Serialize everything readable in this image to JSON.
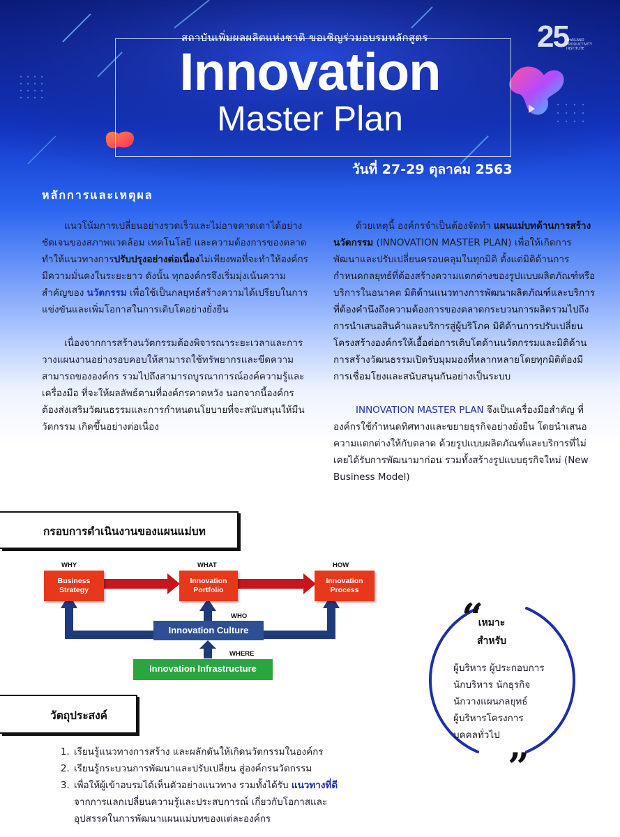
{
  "banner": {
    "subtitle": "สถาบันเพิ่มผลผลิตแห่งชาติ ขอเชิญร่วมอบรมหลักสูตร",
    "title_line1": "Innovation",
    "title_line2": "Master Plan",
    "date": "วันที่ 27-29 ตุลาคม 2563",
    "logo_number": "25",
    "logo_text": "THAILAND PRODUCTIVITY INSTITUTE"
  },
  "rationale": {
    "heading": "หลักการและเหตุผล",
    "left_p1_a": "แนวโน้มการเปลี่ยนอย่างรวดเร็วและไม่อาจคาดเดาได้อย่างชัดเจนของสภาพแวดล้อม เทคโนโลยี และความต้องการของตลาด ทำให้แนวทางการ",
    "left_p1_b": "ปรับปรุงอย่างต่อเนื่อง",
    "left_p1_c": "ไม่เพียงพอที่จะทำให้องค์กรมีความมั่นคงในระยะยาว ดังนั้น ทุกองค์กรจึงเริ่มมุ่งเน้นความสำคัญของ ",
    "left_p1_d": "นวัตกรรม",
    "left_p1_e": " เพื่อใช้เป็นกลยุทธ์สร้างความได้เปรียบในการแข่งขันและเพิ่มโอกาสในการเติบโตอย่างยั่งยืน",
    "left_p2": "เนื่องจากการสร้างนวัตกรรมต้องพิจารณาระยะเวลาและการวางแผนงานอย่างรอบคอบให้สามารถใช้ทรัพยากรและขีดความสามารถขององค์กร รวมไปถึงสามารถบูรณาการณ์องค์ความรู้และเครื่องมือ ที่จะให้ผลลัพธ์ตามที่องค์กรคาดหวัง นอกจากนี้องค์กรต้องส่งเสริมวัฒนธรรมและการกำหนดนโยบายที่จะสนับสนุนให้มีนวัตกรรม เกิดขึ้นอย่างต่อเนื่อง",
    "right_p1_a": "ด้วยเหตุนี้ องค์กรจำเป็นต้องจัดทำ ",
    "right_p1_b": "แผนแม่บทด้านการสร้างนวัตกรรม",
    "right_p1_c": " (INNOVATION MASTER PLAN) เพื่อให้เกิดการพัฒนาและปรับเปลี่ยนครอบคลุมในทุกมิติ ตั้งแต่มิติด้านการกำหนดกลยุทธ์ที่ต้องสร้างความแตกต่างของรูปแบบผลิตภัณฑ์หรือบริการในอนาคต ",
    "right_p1_d": "มิติด้านแนวทางการพัฒนาผลิตภัณฑ์และบริการที่ต้องคำนึงถึงความต้องการของตลาดกระบวนการผลิตรวมไปถึงการนำเสนอสินค้าและบริการสู่ผู้บริโภค มิติด้านการปรับเปลี่ยนโครงสร้างองค์กรให้เอื้อต่อการเติบโตด้านนวัตกรรมและมิติด้านการสร้างวัฒนธรรมเปิดรับมุมมองที่หลากหลายโดยทุกมิติต้องมีการเชื่อมโยงและสนับสนุนกันอย่างเป็นระบบ",
    "right_p2_a": "INNOVATION MASTER PLAN",
    "right_p2_b": " จึงเป็นเครื่องมือสำคัญ ที่องค์กรใช้กำหนดทิศทางและขยายธุรกิจอย่างยั่งยืน โดยนำเสนอความแตกต่างให้กับตลาด ด้วยรูปแบบผลิตภัณฑ์และบริการที่ไม่เคยได้รับการพัฒนามาก่อน รวมทั้งสร้างรูปแบบธุรกิจใหม่ (New Business Model)"
  },
  "framework": {
    "heading": "กรอบการดำเนินงานของแผนแม่บท",
    "label_why": "WHY",
    "label_what": "WHAT",
    "label_how": "HOW",
    "label_who": "WHO",
    "label_where": "WHERE",
    "box_strategy": "Business Strategy",
    "box_portfolio": "Innovation Portfolio",
    "box_process": "Innovation Process",
    "box_culture": "Innovation Culture",
    "box_infra": "Innovation Infrastructure",
    "colors": {
      "red": "#e8381b",
      "navy": "#1f3a7a",
      "culture": "#2f4f95",
      "green": "#2aa63f"
    }
  },
  "objectives": {
    "heading": "วัตถุประสงค์",
    "item1": "เรียนรู้แนวทางการสร้าง และผลักดันให้เกิดนวัตกรรมในองค์กร",
    "item2": "เรียนรู้กระบวนการพัฒนาและปรับเปลี่ยน สู่องค์กรนวัตกรรม",
    "item3_a": "เพื่อให้ผู้เข้าอบรมได้เห็นตัวอย่างแนวทาง รวมทั้งได้รับ ",
    "item3_b": "แนวทางที่ดี",
    "item3_c": " จากการแลกเปลี่ยนความรู้และประสบการณ์ เกี่ยวกับโอกาสและอุปสรรคในการพัฒนาแผนแม่บทของแต่ละองค์กร"
  },
  "suitable": {
    "open_quote": "“",
    "close_quote": "”",
    "title_line1": "เหมาะ",
    "title_line2": "สำหรับ",
    "items": [
      "ผู้บริหาร ผู้ประกอบการ",
      "นักบริหาร นักธุรกิจ",
      "นักวางแผนกลยุทธ์",
      "ผู้บริหารโครงการ",
      "บุคคลทั่วไป"
    ]
  }
}
